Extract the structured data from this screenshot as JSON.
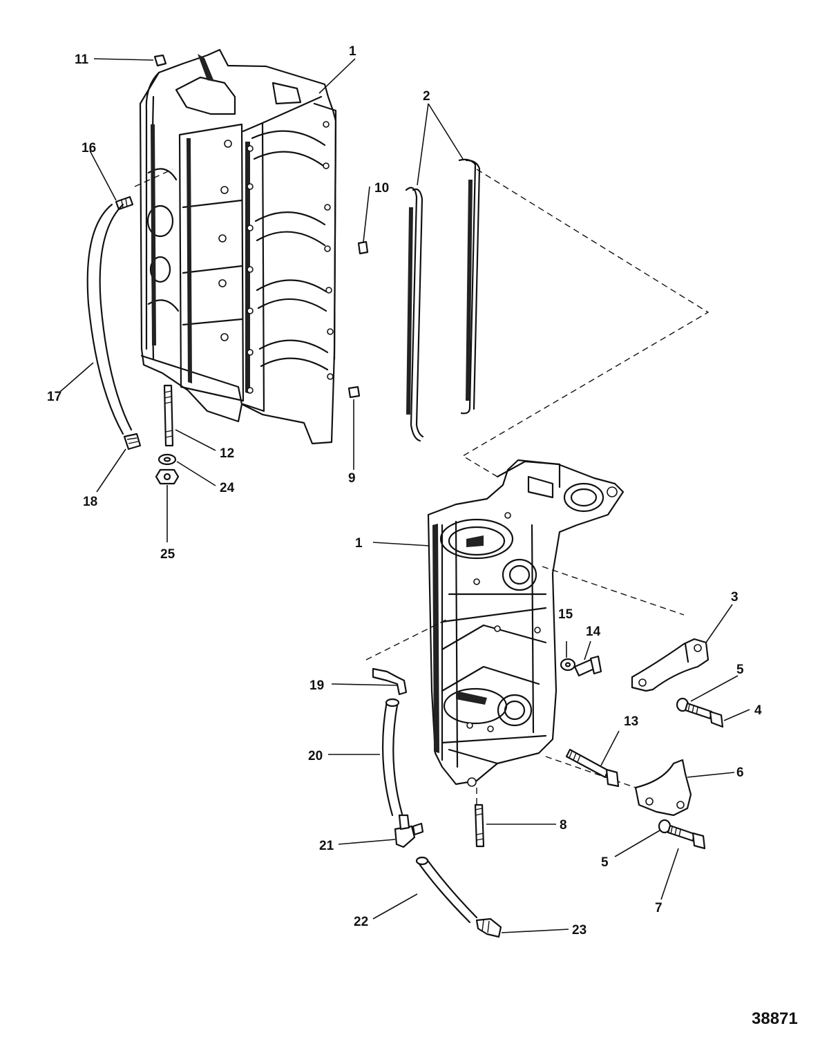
{
  "figure_number": "38871",
  "callouts": [
    {
      "id": "c1a",
      "label": "1"
    },
    {
      "id": "c1b",
      "label": "1"
    },
    {
      "id": "c2",
      "label": "2"
    },
    {
      "id": "c3",
      "label": "3"
    },
    {
      "id": "c4",
      "label": "4"
    },
    {
      "id": "c5a",
      "label": "5"
    },
    {
      "id": "c5b",
      "label": "5"
    },
    {
      "id": "c6",
      "label": "6"
    },
    {
      "id": "c7",
      "label": "7"
    },
    {
      "id": "c8",
      "label": "8"
    },
    {
      "id": "c9",
      "label": "9"
    },
    {
      "id": "c10",
      "label": "10"
    },
    {
      "id": "c11",
      "label": "11"
    },
    {
      "id": "c12",
      "label": "12"
    },
    {
      "id": "c13",
      "label": "13"
    },
    {
      "id": "c14",
      "label": "14"
    },
    {
      "id": "c15",
      "label": "15"
    },
    {
      "id": "c16",
      "label": "16"
    },
    {
      "id": "c17",
      "label": "17"
    },
    {
      "id": "c18",
      "label": "18"
    },
    {
      "id": "c19",
      "label": "19"
    },
    {
      "id": "c20",
      "label": "20"
    },
    {
      "id": "c21",
      "label": "21"
    },
    {
      "id": "c22",
      "label": "22"
    },
    {
      "id": "c23",
      "label": "23"
    },
    {
      "id": "c24",
      "label": "24"
    },
    {
      "id": "c25",
      "label": "25"
    }
  ]
}
